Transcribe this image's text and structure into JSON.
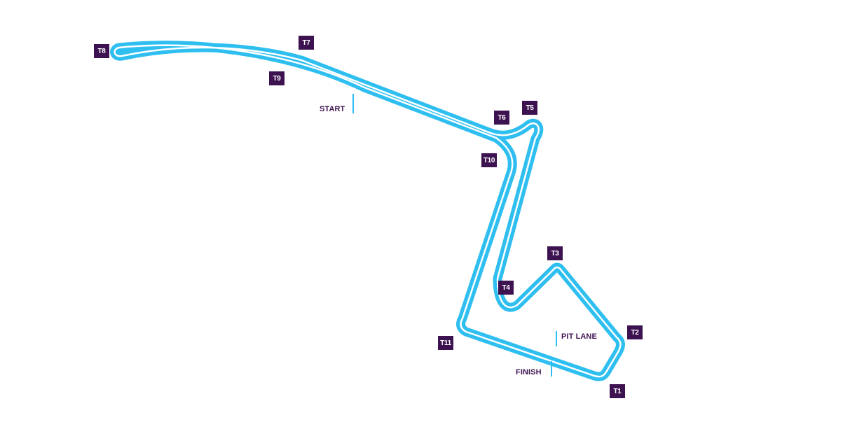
{
  "colors": {
    "track": "#2ebff0",
    "track_lane": "#ffffff",
    "marker_bg": "#3d1250",
    "marker_text": "#ffffff",
    "label_text": "#3d1250",
    "tick": "#2ebff0"
  },
  "turns": {
    "t1": "T1",
    "t2": "T2",
    "t3": "T3",
    "t4": "T4",
    "t5": "T5",
    "t6": "T6",
    "t7": "T7",
    "t8": "T8",
    "t9": "T9",
    "t10": "T10",
    "t11": "T11"
  },
  "labels": {
    "start": "START",
    "pit_lane": "PIT LANE",
    "finish": "FINISH"
  }
}
